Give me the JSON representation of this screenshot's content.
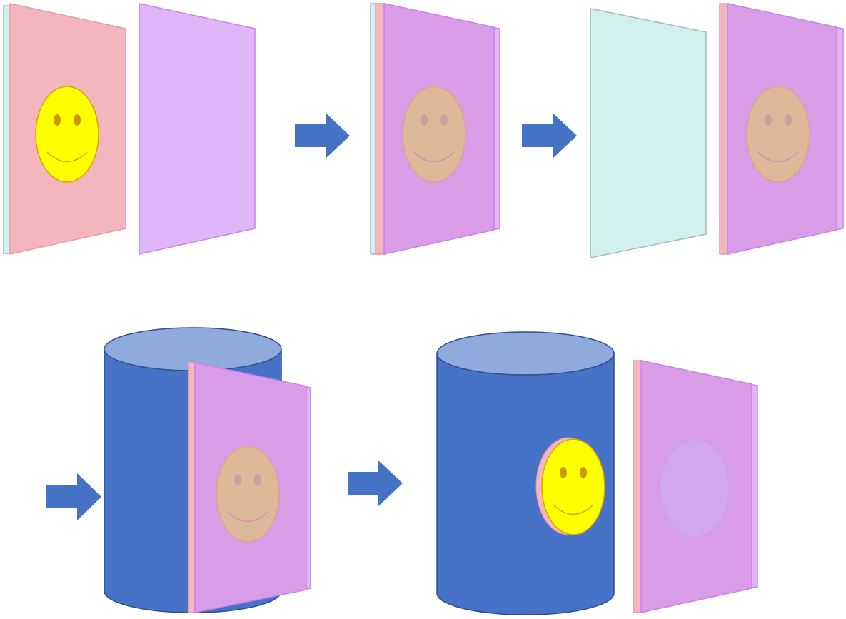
{
  "colors": {
    "background": "#ffffff",
    "sheet_pink": "#f4b6bd",
    "sheet_pink_edge": "#e89aa6",
    "sheet_violet": "#e0b6fb",
    "sheet_violet_edge": "#cc7ef0",
    "sheet_magenta": "#d99ce6",
    "sheet_cyan": "#d2f0ee",
    "sheet_cyan_edge": "#9fbcbc",
    "arrow_blue": "#4472c4",
    "cylinder_body": "#4672c8",
    "cylinder_top": "#8faadc",
    "cylinder_outline": "#2f4e8c",
    "smiley_yellow": "#ffff00",
    "smiley_outline": "#d8a200",
    "smiley_eye": "#c99a00",
    "smiley_tinted": "#ddb899",
    "smiley_ghost": "#d2a9ec"
  },
  "icons": {
    "arrow": "right-arrow-icon",
    "face": "smiley-face-icon"
  },
  "diagram": {
    "top_row_steps": [
      "separate-sheets",
      "stacked-sheets",
      "separated-stacked-sheets"
    ],
    "bottom_row_steps": [
      "sheet-against-cylinder",
      "face-transferred-to-cylinder"
    ]
  }
}
